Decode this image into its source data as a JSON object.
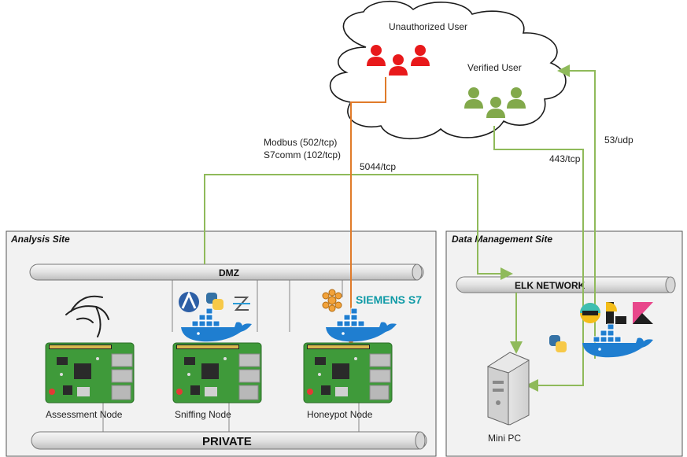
{
  "cloud": {
    "unauthorized_user": "Unauthorized User",
    "verified_user": "Verified User"
  },
  "links": {
    "modbus": "Modbus (502/tcp)",
    "s7comm": "S7comm (102/tcp)",
    "port_5044": "5044/tcp",
    "port_443": "443/tcp",
    "port_53": "53/udp"
  },
  "analysis_site": {
    "title": "Analysis Site",
    "dmz_label": "DMZ",
    "private_label": "PRIVATE",
    "nodes": [
      "Assessment Node",
      "Sniffing Node",
      "Honeypot Node"
    ],
    "siemens_logo": "SIEMENS S7"
  },
  "data_site": {
    "title": "Data Management Site",
    "elk_label": "ELK NETWORK",
    "mini_pc": "Mini PC"
  },
  "colors": {
    "unauthorized": "#e8191b",
    "verified": "#82a94b",
    "orange_link": "#e07b2a",
    "green_link": "#8fba5a",
    "docker": "#1f7ed0"
  }
}
